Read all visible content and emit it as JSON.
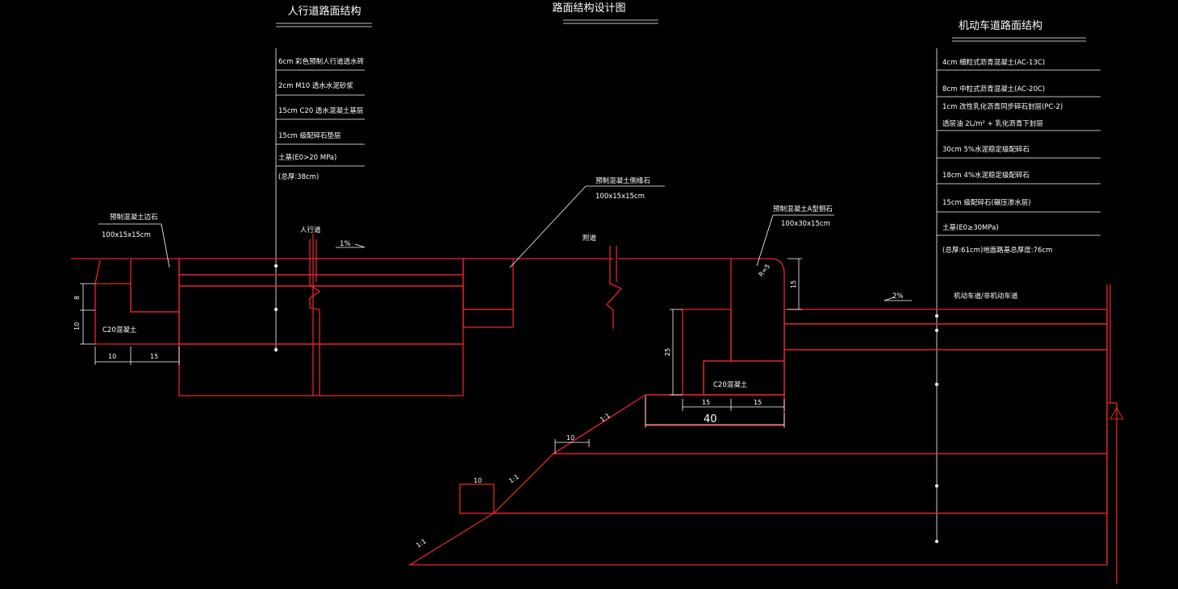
{
  "titles": {
    "sidewalk": "人行道路面结构",
    "main": "路面结构设计图",
    "roadway": "机动车道路面结构"
  },
  "sidewalk_layers": [
    "6cm 彩色预制人行道透水砖",
    "2cm M10 透水水泥砂浆",
    "15cm C20 透水混凝土基层",
    "15cm 级配碎石垫层",
    "土基(E0>20 MPa)",
    "(总厚:38cm)"
  ],
  "roadway_layers": [
    "4cm 细粒式沥青混凝土(AC-13C)",
    "8cm 中粒式沥青混凝土(AC-20C)",
    "1cm 改性乳化沥青同步碎石封层(PC-2)",
    "透层油 2L/m² + 乳化沥青下封层",
    "30cm 5%水泥稳定级配碎石",
    "18cm 4%水泥稳定级配碎石",
    "15cm 级配碎石(碾压渗水层)",
    "土基(E0≥30MPa)",
    "(总厚:61cm)地面路基总厚度:76cm"
  ],
  "annotations": {
    "edge_stone_label": "预制混凝土边石",
    "edge_stone_size": "100x15x15cm",
    "mid_stone_label": "预制混凝土侧缘石",
    "mid_stone_size": "100x15x15cm",
    "kerb_label": "预制混凝土A型侧石",
    "kerb_size": "100x30x15cm",
    "sidewalk_tag": "人行道",
    "slope_sidewalk": "1%",
    "break_tag": "附道",
    "slope_road": "2%",
    "road_tag": "机动车道/非机动车道",
    "concrete_left": "C20混凝土",
    "concrete_right": "C20混凝土",
    "radius": "R=5",
    "slope_ratio": "1:1"
  },
  "dimensions": {
    "d8": "8",
    "d10v": "10",
    "d10": "10",
    "d15_left": "15",
    "d25": "25",
    "d15_kerb": "15",
    "d15_a": "15",
    "d15_b": "15",
    "d40": "40",
    "d10_step": "10",
    "d10_box": "10"
  },
  "colors": {
    "outline": "#e8262b",
    "text": "#ffffff",
    "background": "#000000"
  }
}
